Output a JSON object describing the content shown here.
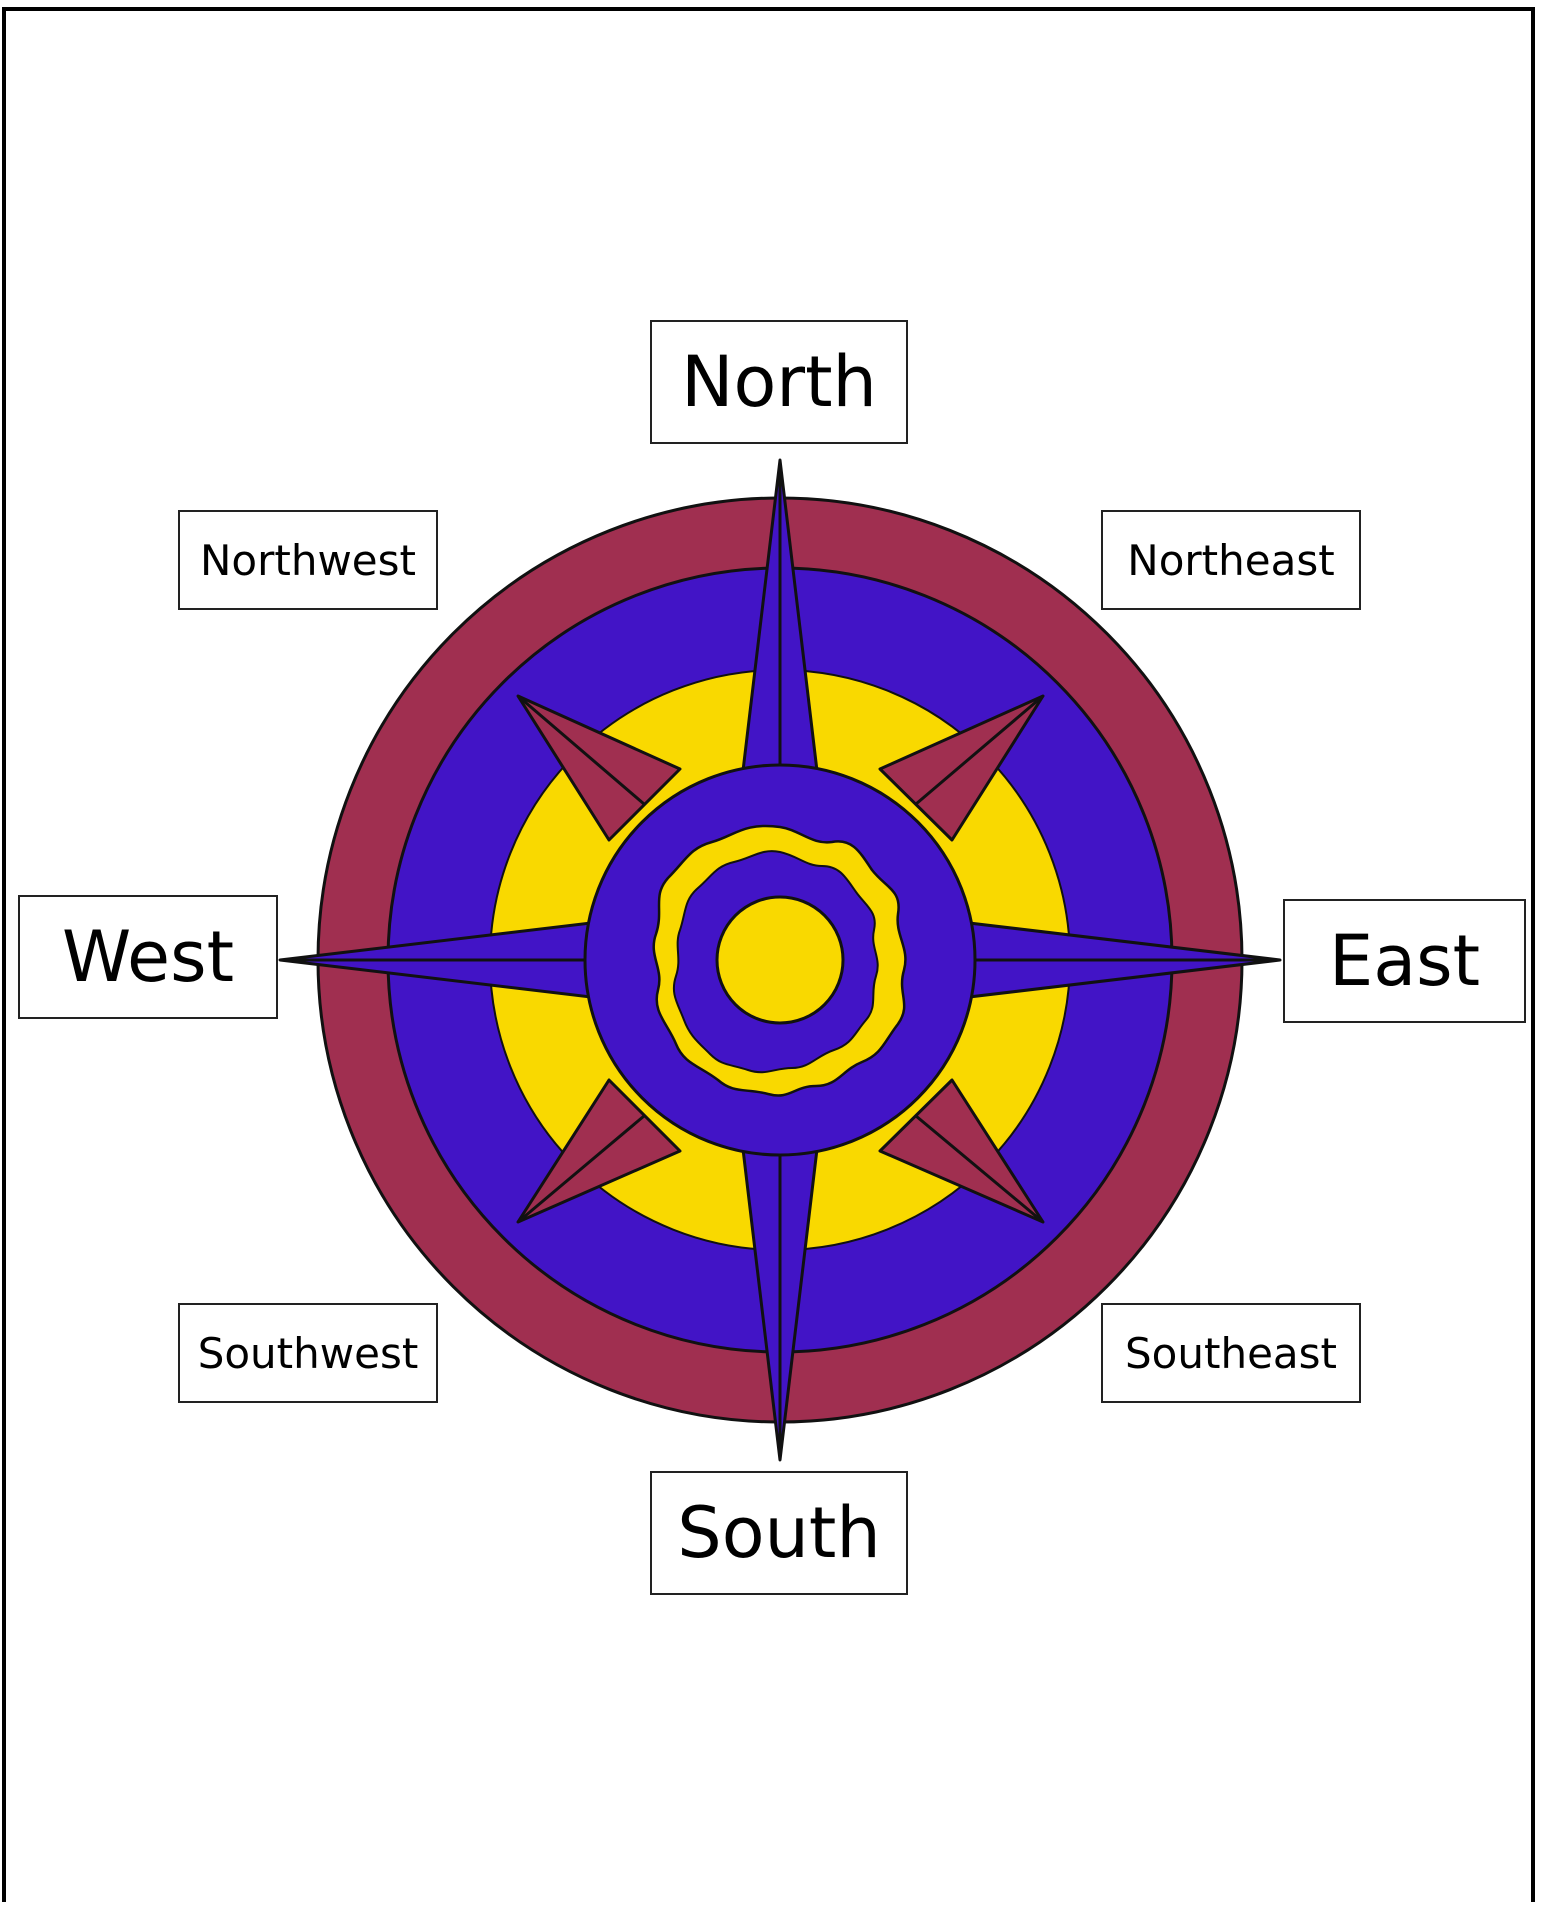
{
  "directions": {
    "north": "North",
    "south": "South",
    "east": "East",
    "west": "West",
    "northeast": "Northeast",
    "northwest": "Northwest",
    "southeast": "Southeast",
    "southwest": "Southwest"
  },
  "colors": {
    "outer_ring": "#A02F50",
    "blue": "#4214C6",
    "yellow": "#F9D900",
    "diagonal_points": "#A02F50",
    "outline": "#111111"
  }
}
